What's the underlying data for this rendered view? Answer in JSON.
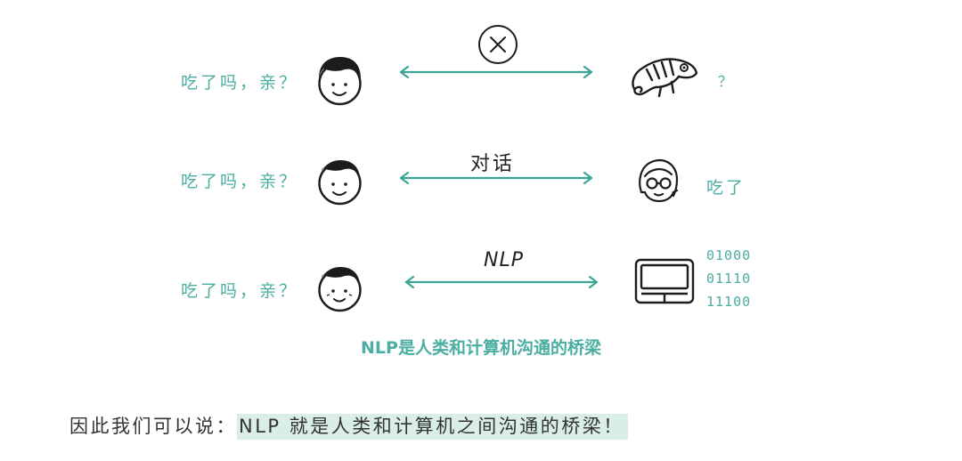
{
  "rows": [
    {
      "message": "吃了吗，亲？",
      "relation_label": "",
      "reply": "？"
    },
    {
      "message": "吃了吗，亲？",
      "relation_label": "对话",
      "reply": "吃了"
    },
    {
      "message": "吃了吗，亲？",
      "relation_label": "NLP",
      "reply": ""
    }
  ],
  "binary_lines": [
    "01000",
    "01110",
    "11100"
  ],
  "caption": "NLP是人类和计算机沟通的桥梁",
  "bottom_text": {
    "prefix": "因此我们可以说：",
    "highlight": "NLP 就是人类和计算机之间沟通的桥梁！"
  },
  "icons": [
    "cross-circle-icon",
    "person-face-icon",
    "chameleon-icon",
    "woman-with-glasses-icon",
    "computer-icon"
  ],
  "colors": {
    "accent": "#4aaea0",
    "highlight_bg": "#d9eee9"
  }
}
